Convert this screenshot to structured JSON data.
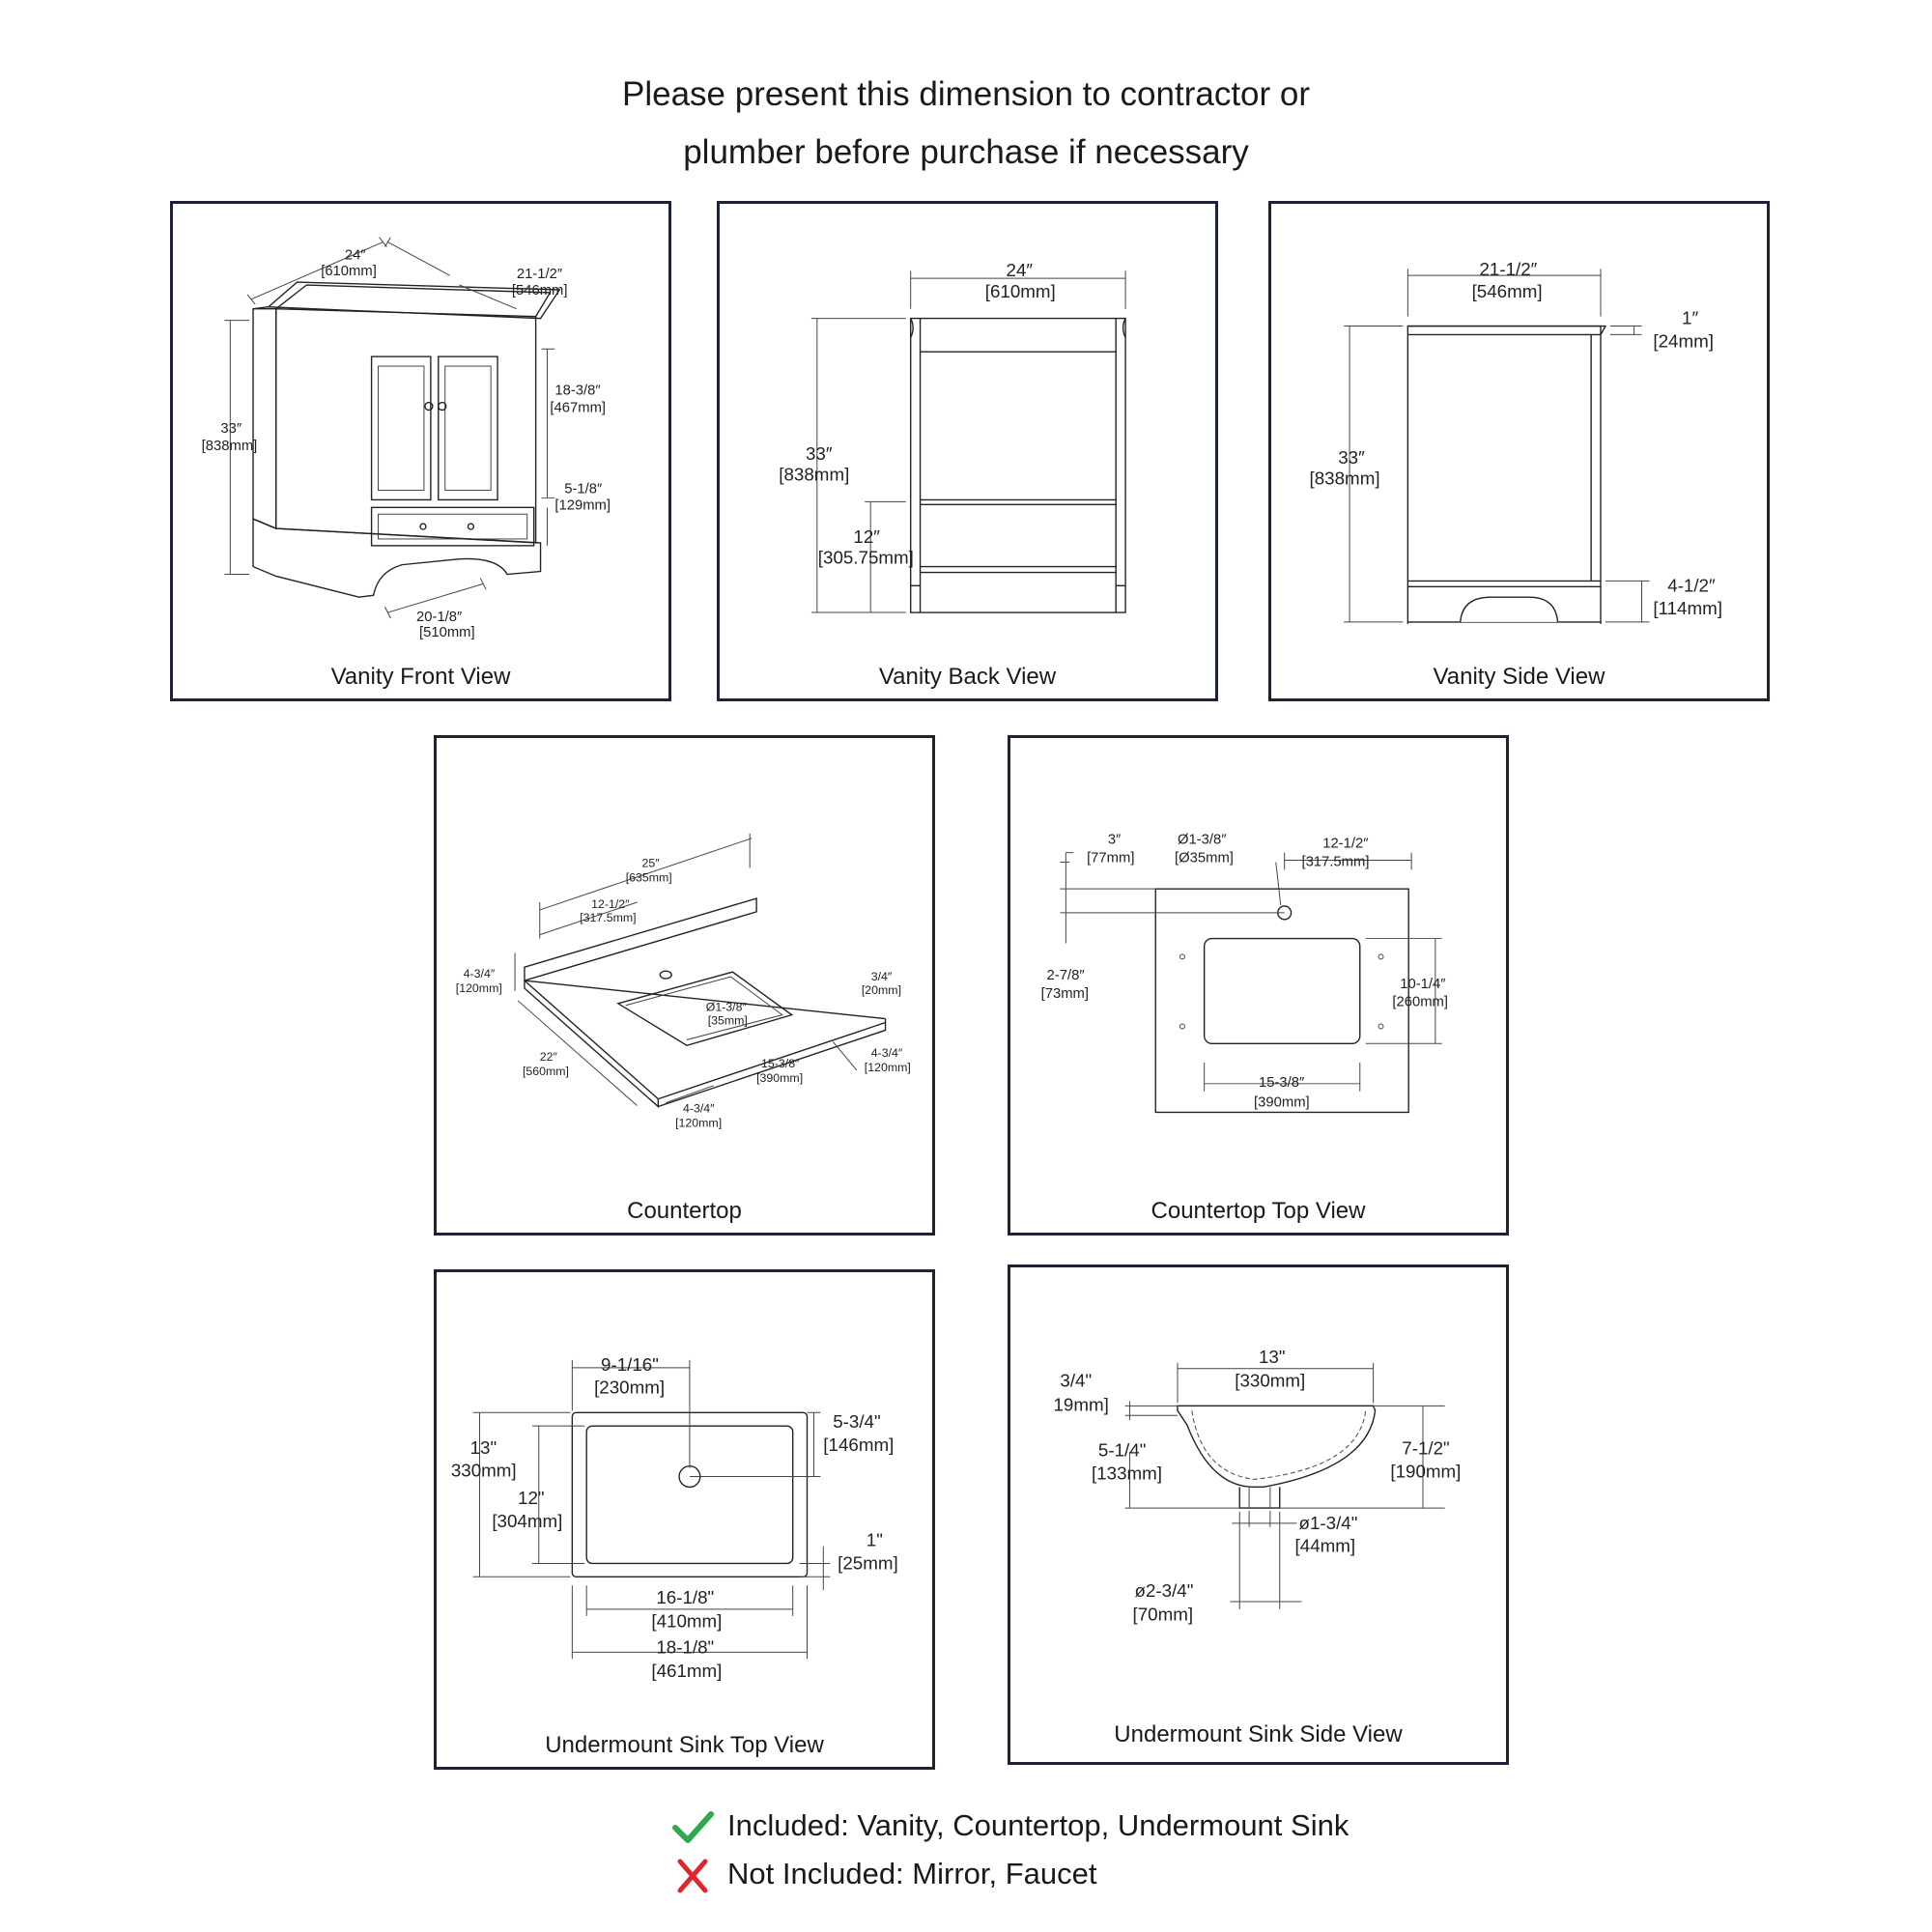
{
  "header": {
    "line1": "Please present this dimension to contractor or",
    "line2": "plumber before purchase if necessary"
  },
  "panels": {
    "front": {
      "caption": "Vanity Front View",
      "d_width_in": "24″",
      "d_width_mm": "[610mm]",
      "d_depth_in": "21-1/2″",
      "d_depth_mm": "[546mm]",
      "d_height_in": "33″",
      "d_height_mm": "[838mm]",
      "d_door_in": "18-3/8″",
      "d_door_mm": "[467mm]",
      "d_drawer_in": "5-1/8″",
      "d_drawer_mm": "[129mm]",
      "d_base_in": "20-1/8″",
      "d_base_mm": "[510mm]"
    },
    "back": {
      "caption": "Vanity Back View",
      "d_width_in": "24″",
      "d_width_mm": "[610mm]",
      "d_height_in": "33″",
      "d_height_mm": "[838mm]",
      "d_shelf_in": "12″",
      "d_shelf_mm": "[305.75mm]"
    },
    "side": {
      "caption": "Vanity Side View",
      "d_depth_in": "21-1/2″",
      "d_depth_mm": "[546mm]",
      "d_top_in": "1″",
      "d_top_mm": "[24mm]",
      "d_height_in": "33″",
      "d_height_mm": "[838mm]",
      "d_base_in": "4-1/2″",
      "d_base_mm": "[114mm]"
    },
    "countertop": {
      "caption": "Countertop",
      "d_width_in": "25″",
      "d_width_mm": "[635mm]",
      "d_center_in": "12-1/2″",
      "d_center_mm": "[317.5mm]",
      "d_splash_in": "4-3/4″",
      "d_splash_mm": "[120mm]",
      "d_hole_in": "Ø1-3/8″",
      "d_hole_mm": "[35mm]",
      "d_thick_in": "3/4″",
      "d_thick_mm": "[20mm]",
      "d_depth_in": "22″",
      "d_depth_mm": "[560mm]",
      "d_sink_in": "15-3/8″",
      "d_sink_mm": "[390mm]",
      "d_right_in": "4-3/4″",
      "d_right_mm": "[120mm]",
      "d_front_in": "4-3/4″",
      "d_front_mm": "[120mm]"
    },
    "countertop_top": {
      "caption": "Countertop Top View",
      "d_edge_in": "3″",
      "d_edge_mm": "[77mm]",
      "d_hole_in": "Ø1-3/8″",
      "d_hole_mm": "[Ø35mm]",
      "d_center_in": "12-1/2″",
      "d_center_mm": "[317.5mm]",
      "d_back_in": "2-7/8″",
      "d_back_mm": "[73mm]",
      "d_sinkd_in": "10-1/4″",
      "d_sinkd_mm": "[260mm]",
      "d_sinkw_in": "15-3/8″",
      "d_sinkw_mm": "[390mm]"
    },
    "sink_top": {
      "caption": "Undermount Sink Top View",
      "d_drain_in": "9-1/16\"",
      "d_drain_mm": "[230mm]",
      "d_back_in": "5-3/4\"",
      "d_back_mm": "[146mm]",
      "d_outer_in": "13\"",
      "d_outer_mm": "330mm]",
      "d_inner_in": "12\"",
      "d_inner_mm": "[304mm]",
      "d_rim_in": "1\"",
      "d_rim_mm": "[25mm]",
      "d_innerw_in": "16-1/8\"",
      "d_innerw_mm": "[410mm]",
      "d_outerw_in": "18-1/8\"",
      "d_outerw_mm": "[461mm]"
    },
    "sink_side": {
      "caption": "Undermount Sink Side View",
      "d_width_in": "13\"",
      "d_width_mm": "[330mm]",
      "d_rim_in": "3/4\"",
      "d_rim_mm": "19mm]",
      "d_bowl_in": "5-1/4\"",
      "d_bowl_mm": "[133mm]",
      "d_total_in": "7-1/2\"",
      "d_total_mm": "[190mm]",
      "d_drain_in": "ø1-3/4\"",
      "d_drain_mm": "[44mm]",
      "d_flange_in": "ø2-3/4\"",
      "d_flange_mm": "[70mm]"
    }
  },
  "footer": {
    "included": "Included: Vanity, Countertop, Undermount Sink",
    "not_included": "Not Included: Mirror, Faucet",
    "included_color": "#2fa84f",
    "not_included_color": "#e0262b",
    "included_icon": "check-icon",
    "not_included_icon": "cross-icon"
  }
}
